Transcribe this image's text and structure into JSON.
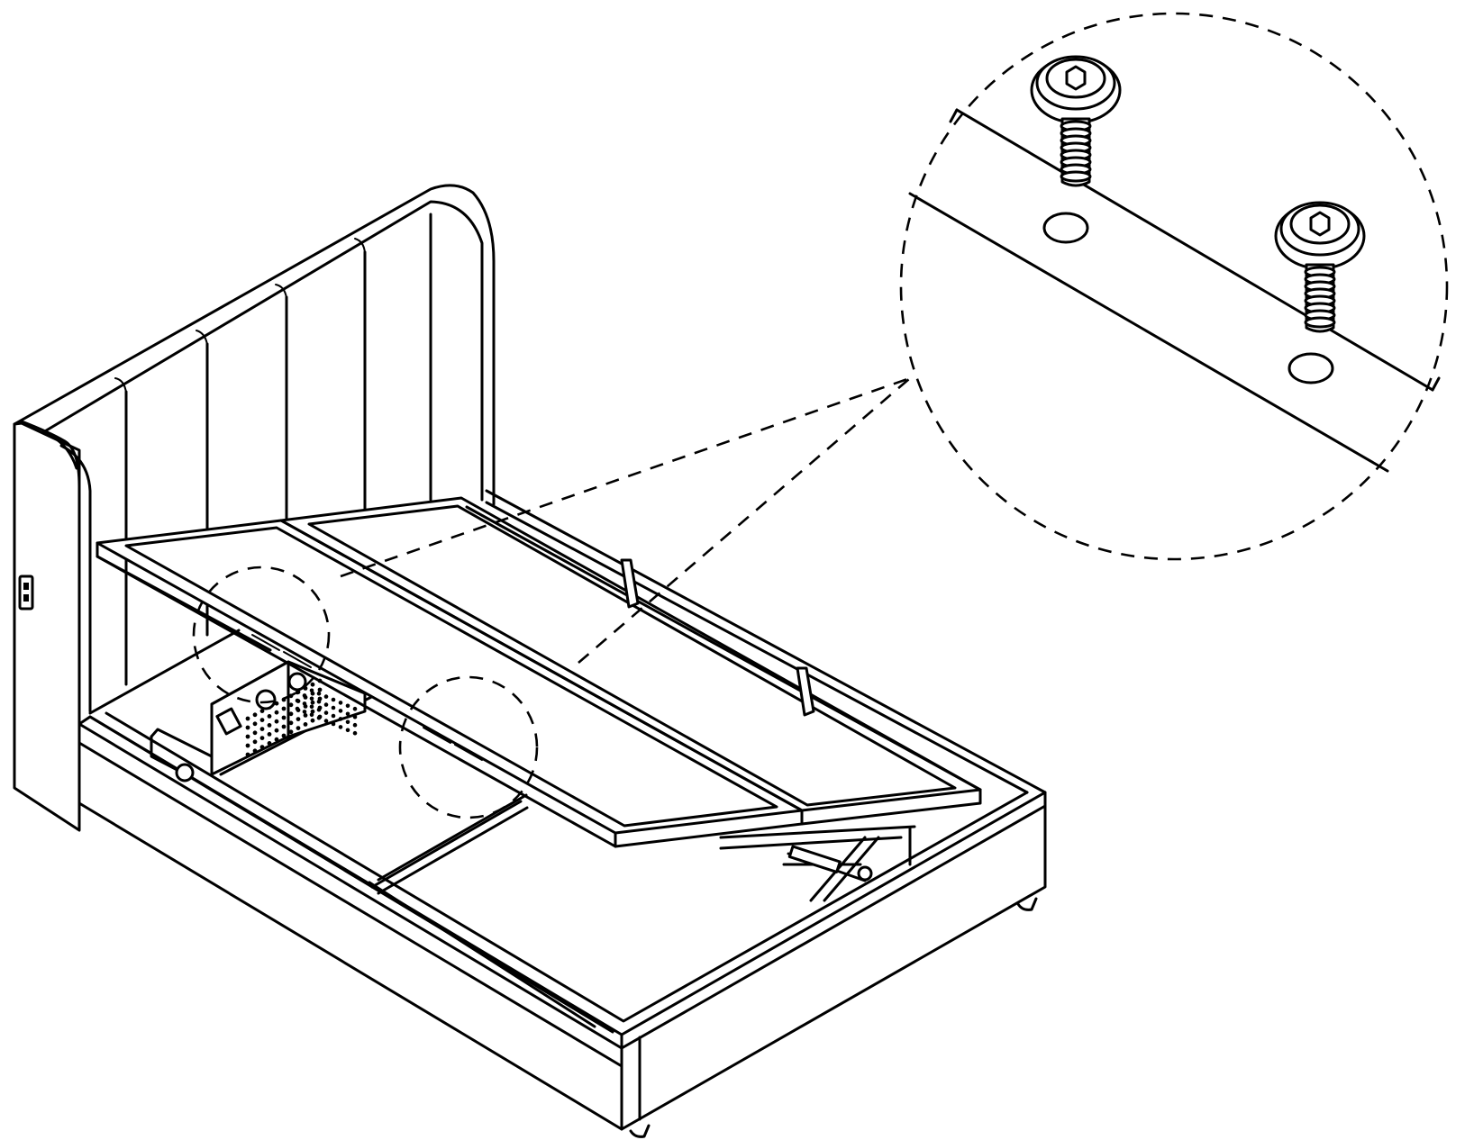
{
  "figure": {
    "subject": "ottoman-storage-bed-with-lifted-platform",
    "style": "black-line-art",
    "detail_callout": {
      "content": "two-hex-socket-bolts-and-two-holes",
      "bolt_count": 2,
      "hole_count": 2
    },
    "colors": {
      "stroke": "#000000",
      "background": "#ffffff"
    }
  }
}
